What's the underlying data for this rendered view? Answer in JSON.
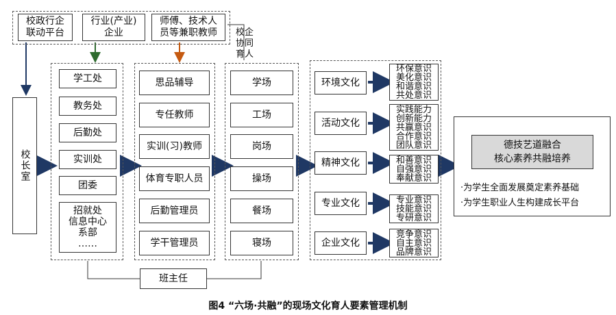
{
  "top_sources": [
    {
      "line1": "校政行企",
      "line2": "联动平台"
    },
    {
      "line1": "行业(产业)",
      "line2": "企业"
    },
    {
      "line1": "师傅、技术人",
      "line2": "员等兼职教师"
    }
  ],
  "collab_label": [
    "校企",
    "协同",
    "育人"
  ],
  "principal": "校长室",
  "departments": [
    "学工处",
    "教务处",
    "后勤处",
    "实训处",
    "团委"
  ],
  "departments_more": [
    "招就处",
    "信息中心",
    "系部",
    "……"
  ],
  "staff": [
    "思品辅导",
    "专任教师",
    "实训(习)教师",
    "体育专职人员",
    "后勤管理员",
    "学干管理员"
  ],
  "venues": [
    "学场",
    "工场",
    "岗场",
    "操场",
    "餐场",
    "寝场"
  ],
  "class_teacher": "班主任",
  "cultures": [
    "环境文化",
    "活动文化",
    "精神文化",
    "专业文化",
    "企业文化"
  ],
  "awareness": [
    [
      "环保意识",
      "美化意识",
      "和谐意识",
      "共处意识"
    ],
    [
      "实践能力",
      "创新能力",
      "共赢意识",
      "合作意识",
      "团队意识"
    ],
    [
      "和善意识",
      "自强意识",
      "奉献意识"
    ],
    [
      "专业意识",
      "技能意识",
      "专研意识"
    ],
    [
      "竞争意识",
      "自主意识",
      "品牌意识"
    ]
  ],
  "goal": {
    "line1": "德技艺道融合",
    "line2": "核心素养共融培养",
    "bullets": [
      "·为学生全面发展奠定素养基础",
      "·为学生职业人生构建成长平台"
    ]
  },
  "caption": "图4 “六场·共融”的现场文化育人要素管理机制",
  "colors": {
    "arrow_navy": "#1f3864",
    "arrow_green": "#2e6b2e",
    "arrow_orange": "#c55a11",
    "goal_gray": "#d9d9d9"
  }
}
